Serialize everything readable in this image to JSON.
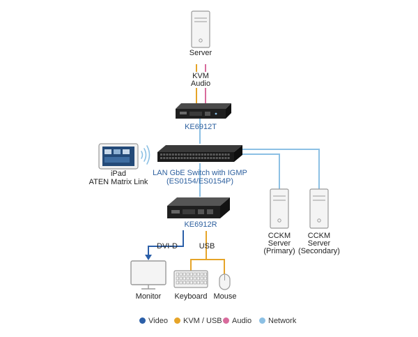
{
  "colors": {
    "video": "#2b5fa8",
    "kvm_usb": "#e6a428",
    "audio": "#d86b9c",
    "network": "#8cc0e4"
  },
  "labels": {
    "server": "Server",
    "kvm": "KVM",
    "audio": "Audio",
    "ke6912t": "KE6912T",
    "ipad_line1": "iPad",
    "ipad_line2": "ATEN Matrix Link",
    "switch_line1": "LAN GbE Switch with IGMP",
    "switch_line2": "(ES0154/ES0154P)",
    "ke6912r": "KE6912R",
    "dvid": "DVI-D",
    "usb": "USB",
    "monitor": "Monitor",
    "keyboard": "Keyboard",
    "mouse": "Mouse",
    "cckm1_line1": "CCKM",
    "cckm1_line2": "Server",
    "cckm1_line3": "(Primary)",
    "cckm2_line1": "CCKM",
    "cckm2_line2": "Server",
    "cckm2_line3": "(Secondary)"
  },
  "legend": [
    {
      "label": "Video",
      "color": "#2b5fa8"
    },
    {
      "label": "KVM / USB",
      "color": "#e6a428"
    },
    {
      "label": "Audio",
      "color": "#d86b9c"
    },
    {
      "label": "Network",
      "color": "#8cc0e4"
    }
  ]
}
